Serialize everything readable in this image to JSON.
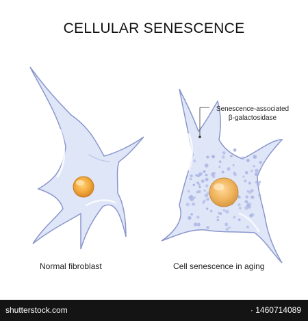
{
  "title": "CELLULAR SENESCENCE",
  "labels": {
    "normal": "Normal fibroblast",
    "senescent": "Cell senescence in aging",
    "enzyme_line1": "Senescence-associated",
    "enzyme_line2": "β-galactosidase"
  },
  "footer": {
    "site": "shutterstock.com",
    "id": "· 1460714089"
  },
  "colors": {
    "cytoplasm": "#dfe6f7",
    "membrane": "#8a96cc",
    "nucleus": "#f2a93b",
    "granules": "#a9b3e4"
  }
}
